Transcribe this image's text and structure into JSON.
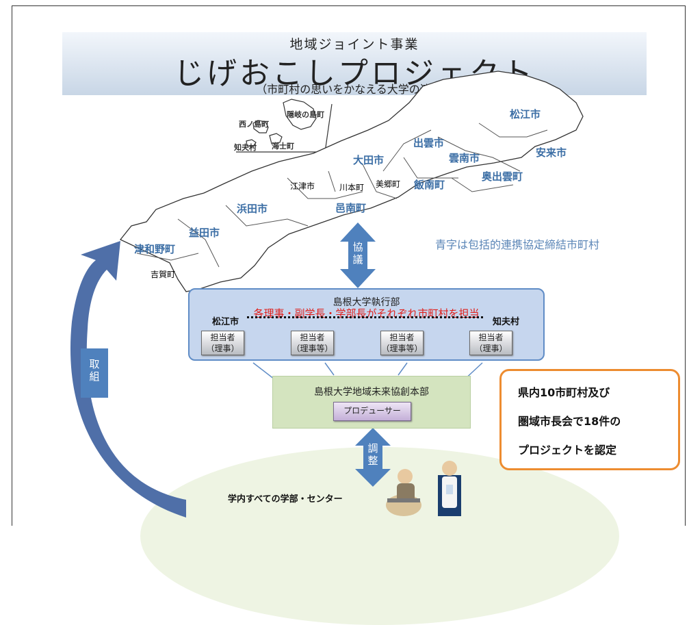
{
  "banner": {
    "subtitle": "地域ジョイント事業",
    "title": "じげおこしプロジェクト",
    "paren": "（市町村の思いをかなえる大学の連携）"
  },
  "map": {
    "islands": [
      "西ノ島町",
      "隠岐の島町",
      "知夫村",
      "海士町"
    ],
    "cities_blue": [
      "松江市",
      "出雲市",
      "雲南市",
      "安来市",
      "大田市",
      "飯南町",
      "奥出雲町",
      "浜田市",
      "邑南町",
      "益田市",
      "津和野町"
    ],
    "towns_other": [
      "江津市",
      "川本町",
      "美郷町",
      "吉賀町"
    ],
    "note": "青字は包括的連携協定締結市町村"
  },
  "arrows": {
    "consult": "協議",
    "coordinate": "調整",
    "effort": "取組"
  },
  "executive": {
    "title": "島根大学執行部",
    "subtitle": "各理事・副学長・学部長がそれぞれ市町村を担当",
    "left_end": "松江市",
    "right_end": "知夫村",
    "boxes": [
      {
        "line1": "担当者",
        "line2": "（理事）"
      },
      {
        "line1": "担当者",
        "line2": "（理事等）"
      },
      {
        "line1": "担当者",
        "line2": "（理事等）"
      },
      {
        "line1": "担当者",
        "line2": "（理事）"
      }
    ]
  },
  "hq": {
    "title": "島根大学地域未来協創本部",
    "producer": "プロデューサー"
  },
  "result": {
    "line1": "県内10市町村及び",
    "line2": "圏域市長会で18件の",
    "line3": "プロジェクトを認定"
  },
  "faculty": "学内すべての学部・センター",
  "colors": {
    "city_blue": "#3b6ea5",
    "arrow_blue": "#4f81bd",
    "exec_fill": "#c6d6ee",
    "hq_fill": "#d4e4bf",
    "result_border": "#ed8c30",
    "red_text": "#e0201c"
  }
}
